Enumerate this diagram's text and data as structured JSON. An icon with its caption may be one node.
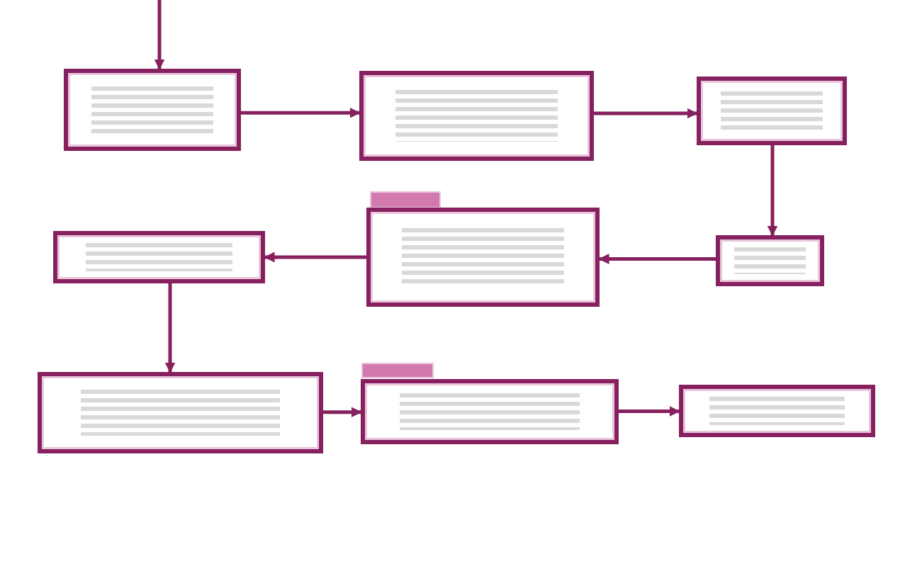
{
  "diagram": {
    "nodes": [
      {
        "text": [],
        "shape": "box"
      },
      {
        "text": [],
        "shape": "box"
      },
      {
        "text": [],
        "shape": "box"
      },
      {
        "text": [],
        "shape": "box"
      },
      {
        "text": [],
        "shape": "bar"
      },
      {
        "text": [],
        "shape": "box"
      },
      {
        "text": [],
        "shape": "box"
      },
      {
        "text": [],
        "shape": "box"
      },
      {
        "text": [],
        "shape": "bar"
      },
      {
        "text": [],
        "shape": "box"
      },
      {
        "text": [],
        "shape": "box"
      }
    ],
    "edges": [
      {
        "from": null,
        "to": 0,
        "arrow": "to"
      },
      {
        "from": 0,
        "to": 1,
        "arrow": "to"
      },
      {
        "from": 1,
        "to": 2,
        "arrow": "to"
      },
      {
        "from": 2,
        "to": 6,
        "arrow": "to"
      },
      {
        "from": 6,
        "to": 5,
        "arrow": "to"
      },
      {
        "from": 5,
        "to": 3,
        "arrow": "to"
      },
      {
        "from": 3,
        "to": 7,
        "arrow": "to"
      },
      {
        "from": 7,
        "to": 9,
        "arrow": "to"
      },
      {
        "from": 9,
        "to": 10,
        "arrow": "to"
      }
    ]
  }
}
